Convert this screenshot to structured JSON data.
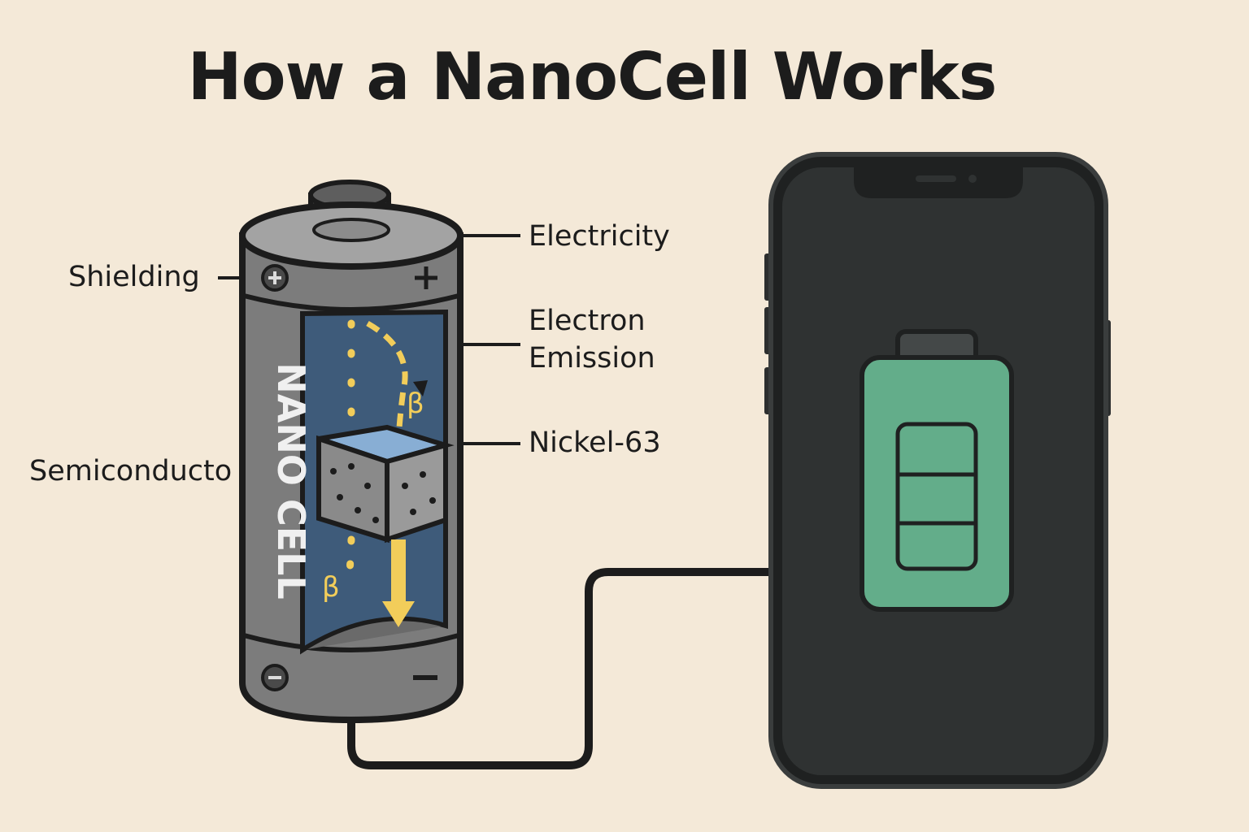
{
  "title": "How a NanoCell Works",
  "labels": {
    "shielding": "Shielding",
    "semiconductor": "Semiconducto",
    "electricity": "Electricity",
    "electron_emission_line1": "Electron",
    "electron_emission_line2": "Emission",
    "nickel": "Nickel-63"
  },
  "battery": {
    "brand": "NANO CELL",
    "plus_symbol": "+",
    "minus_symbol": "−",
    "beta_symbol": "β"
  },
  "phone": {
    "charge_segments": 3,
    "battery_fill_color": "#63ad8a"
  },
  "colors": {
    "background": "#f4e9d8",
    "battery_body": "#7c7c7c",
    "interior": "#3e5b7a",
    "beta_particles": "#f2cd5a",
    "nickel_layer": "#88aed4",
    "semiconductor_layer": "#8a8a8a",
    "phone_body": "#2c2e2e"
  }
}
